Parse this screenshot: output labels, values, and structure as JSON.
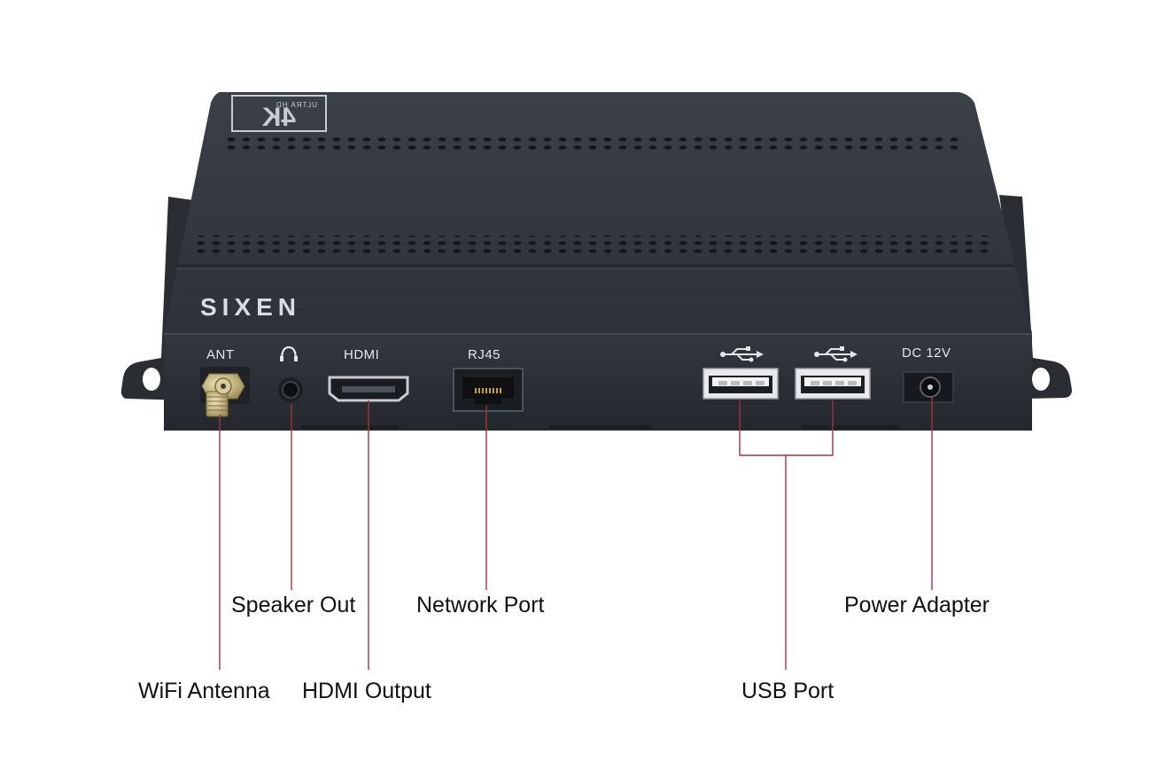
{
  "device": {
    "brand": "SIXEN",
    "badge_main": "4K",
    "badge_sub": "ULTRA HD"
  },
  "port_labels": {
    "antenna": "ANT",
    "hdmi": "HDMI",
    "rj45": "RJ45",
    "dc": "DC 12V"
  },
  "callouts": {
    "wifi_antenna": "WiFi Antenna",
    "speaker_out": "Speaker Out",
    "hdmi_output": "HDMI Output",
    "network_port": "Network Port",
    "usb_port": "USB Port",
    "power_adapter": "Power Adapter"
  },
  "icons": {
    "headphone": "headphone-icon",
    "usb": "usb-icon"
  },
  "colors": {
    "chassis": "#2b3036",
    "leader_line": "#a3333b"
  }
}
